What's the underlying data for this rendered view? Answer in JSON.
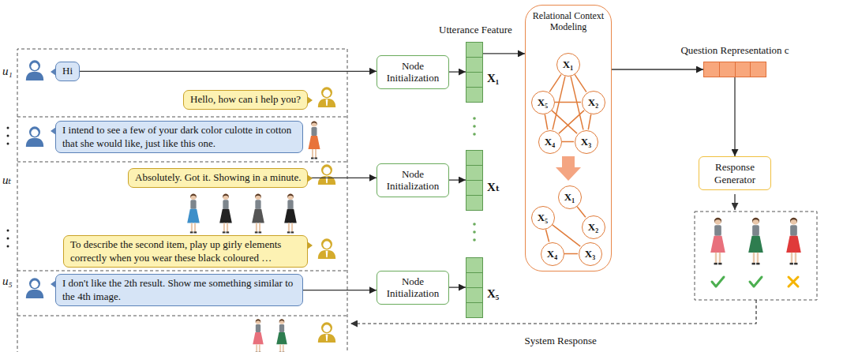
{
  "diagram": {
    "nodes": [
      {
        "text": [
          "Hi"
        ]
      },
      {
        "text": [
          "Hello, how can i help you?"
        ]
      },
      {
        "text": [
          "I intend to see a few of your dark color culotte in cotton that she would like, just like this one."
        ]
      },
      {
        "text": [
          "Absolutely. Got it. Showing in a minute."
        ]
      },
      {
        "text": [
          "To describe the second item, play up girly elements correctly when you wear these black coloured …"
        ]
      },
      {
        "text": [
          "I don't like the 2th result. Show me something similar to the 4th image."
        ]
      },
      {
        "text": [
          "Node Initialization"
        ]
      },
      {
        "text": [
          "Node Initialization"
        ]
      },
      {
        "text": [
          "Node Initialization"
        ]
      },
      {
        "text": [
          "X₁"
        ]
      },
      {
        "text": [
          "Xₜ"
        ]
      },
      {
        "text": [
          "X₅"
        ]
      },
      {
        "text": [
          "Relational Context Modeling"
        ]
      },
      {
        "text": [
          "X₁"
        ],
        "in": 12
      },
      {
        "text": [
          "X₂"
        ],
        "in": 12
      },
      {
        "text": [
          "X₃"
        ],
        "in": 12
      },
      {
        "text": [
          "X₄"
        ],
        "in": 12
      },
      {
        "text": [
          "X₅"
        ],
        "in": 12
      },
      {
        "text": [
          "X₁"
        ],
        "in": 12
      },
      {
        "text": [
          "X₂"
        ],
        "in": 12
      },
      {
        "text": [
          "X₃"
        ],
        "in": 12
      },
      {
        "text": [
          "X₄"
        ],
        "in": 12
      },
      {
        "text": [
          "X₅"
        ],
        "in": 12
      },
      {
        "text": [
          "Question Representation c"
        ]
      },
      {
        "text": [
          "Response Generator"
        ]
      }
    ],
    "edges": [
      {
        "from": 0,
        "to": 6,
        "arrow": "to"
      },
      {
        "from": 3,
        "to": 7,
        "arrow": "to"
      },
      {
        "from": 5,
        "to": 8,
        "arrow": "to"
      },
      {
        "from": 6,
        "to": 9,
        "arrow": "to"
      },
      {
        "from": 7,
        "to": 10,
        "arrow": "to"
      },
      {
        "from": 8,
        "to": 11,
        "arrow": "to"
      },
      {
        "from": 9,
        "to": 12,
        "arrow": "to"
      },
      {
        "from": 12,
        "to": 23,
        "arrow": "to"
      },
      {
        "from": 23,
        "to": 24,
        "arrow": "to"
      },
      {
        "from": 13,
        "to": 14,
        "arrow": "none"
      },
      {
        "from": 13,
        "to": 15,
        "arrow": "none"
      },
      {
        "from": 13,
        "to": 16,
        "arrow": "none"
      },
      {
        "from": 13,
        "to": 17,
        "arrow": "none"
      },
      {
        "from": 14,
        "to": 15,
        "arrow": "none"
      },
      {
        "from": 14,
        "to": 16,
        "arrow": "none"
      },
      {
        "from": 14,
        "to": 17,
        "arrow": "none"
      },
      {
        "from": 15,
        "to": 16,
        "arrow": "none"
      },
      {
        "from": 15,
        "to": 17,
        "arrow": "none"
      },
      {
        "from": 16,
        "to": 17,
        "arrow": "none"
      },
      {
        "from": 18,
        "to": 19,
        "arrow": "none"
      },
      {
        "from": 22,
        "to": 20,
        "arrow": "none"
      },
      {
        "from": 22,
        "to": 21,
        "arrow": "none"
      },
      {
        "from": 21,
        "to": 20,
        "arrow": "none"
      }
    ],
    "labels": [
      "u₁",
      "uₜ",
      "u₅",
      "Utterance Feature",
      "System Response"
    ]
  }
}
